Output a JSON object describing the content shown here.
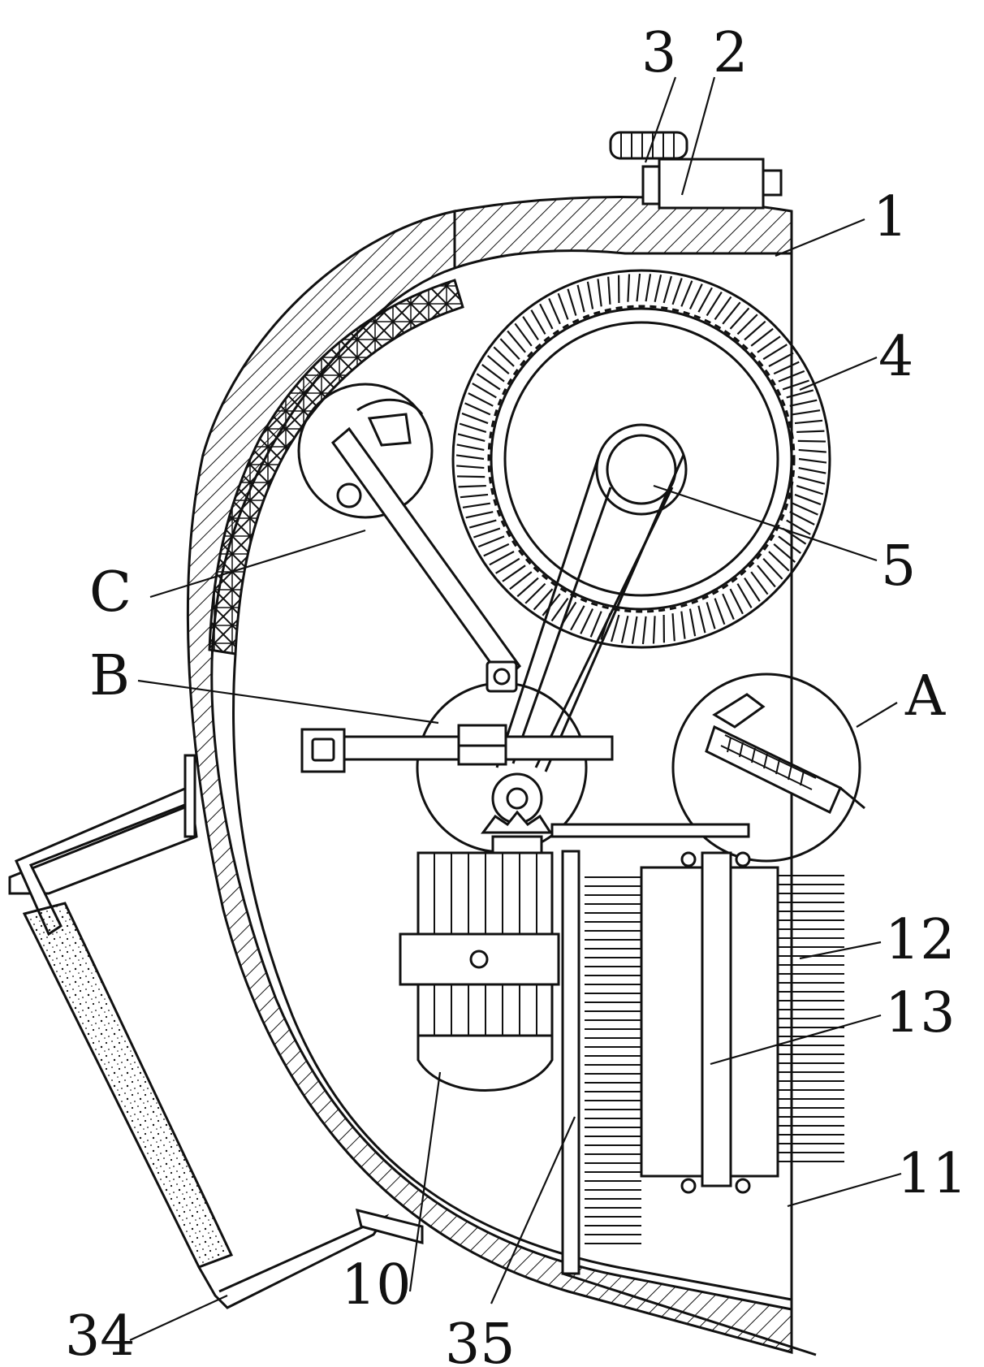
{
  "figure": {
    "type": "patent mechanical cross-section drawing",
    "stroke_color": "#111111",
    "background": "#ffffff",
    "labels": {
      "l1": "1",
      "l2": "2",
      "l3": "3",
      "l4": "4",
      "l5": "5",
      "lA": "A",
      "lB": "B",
      "lC": "C",
      "l10": "10",
      "l11": "11",
      "l12": "12",
      "l13": "13",
      "l34": "34",
      "l35": "35"
    }
  }
}
